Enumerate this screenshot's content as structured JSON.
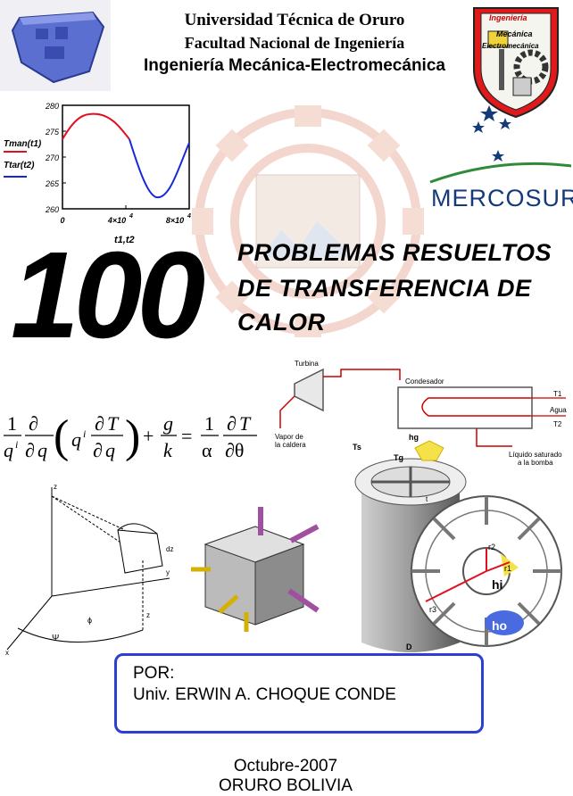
{
  "header": {
    "university": "Universidad Técnica de Oruro",
    "faculty": "Facultad Nacional de Ingeniería",
    "department": "Ingeniería Mecánica-Electromecánica"
  },
  "logo_right": {
    "line1": "Ingeniería",
    "line2": "Mecánica",
    "line3": "Electromecánica"
  },
  "mercosur": "MERCOSUR",
  "graph": {
    "y_ticks": [
      "280",
      "275",
      "270",
      "265",
      "260"
    ],
    "x_ticks": [
      "0",
      "4×10",
      "8×10"
    ],
    "x_exp": "4",
    "x_label": "t1,t2",
    "legend1": "Tman(t1)",
    "legend2": "Ttar(t2)"
  },
  "title": {
    "number": "100",
    "line1": "PROBLEMAS RESUELTOS",
    "line2": "DE TRANSFERENCIA DE",
    "line3": "CALOR"
  },
  "diagram": {
    "turbine": "Turbina",
    "condenser": "Condesador",
    "t1": "T1",
    "t2": "T2",
    "water": "Agua",
    "steam1": "Vapor de",
    "steam2": "la caldera",
    "liquid1": "Líquido saturado",
    "liquid2": "a la bomba",
    "hg": "hg",
    "ts": "Ts",
    "tg": "Tg",
    "t": "t",
    "d": "D",
    "r1": "r1",
    "r2": "r2",
    "r3": "r3",
    "hi": "hi",
    "ho": "ho"
  },
  "author": {
    "por": "POR:",
    "name": "Univ. ERWIN A. CHOQUE CONDE"
  },
  "footer": {
    "date": "Octubre-2007",
    "place": "ORURO BOLIVIA"
  },
  "colors": {
    "author_border": "#2c3fd1",
    "curve_red": "#e01020",
    "curve_blue": "#1428d8",
    "mercosur_blue": "#143a7a"
  }
}
